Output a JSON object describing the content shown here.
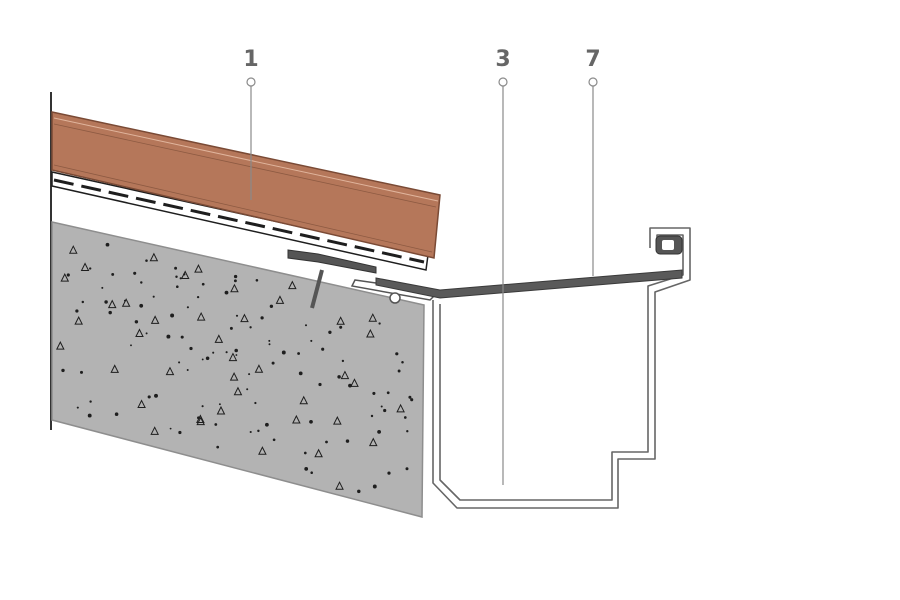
{
  "callouts": [
    {
      "id": "1",
      "label": "1"
    },
    {
      "id": "3",
      "label": "3"
    },
    {
      "id": "7",
      "label": "7"
    }
  ],
  "colors": {
    "tile": "#b5775a",
    "tile_edge": "#7a4a35",
    "concrete": "#b3b3b3",
    "membrane": "#222222",
    "flashing": "#555555",
    "gutter_outline": "#666666",
    "leader": "#8a8a8a",
    "label": "#666666"
  }
}
